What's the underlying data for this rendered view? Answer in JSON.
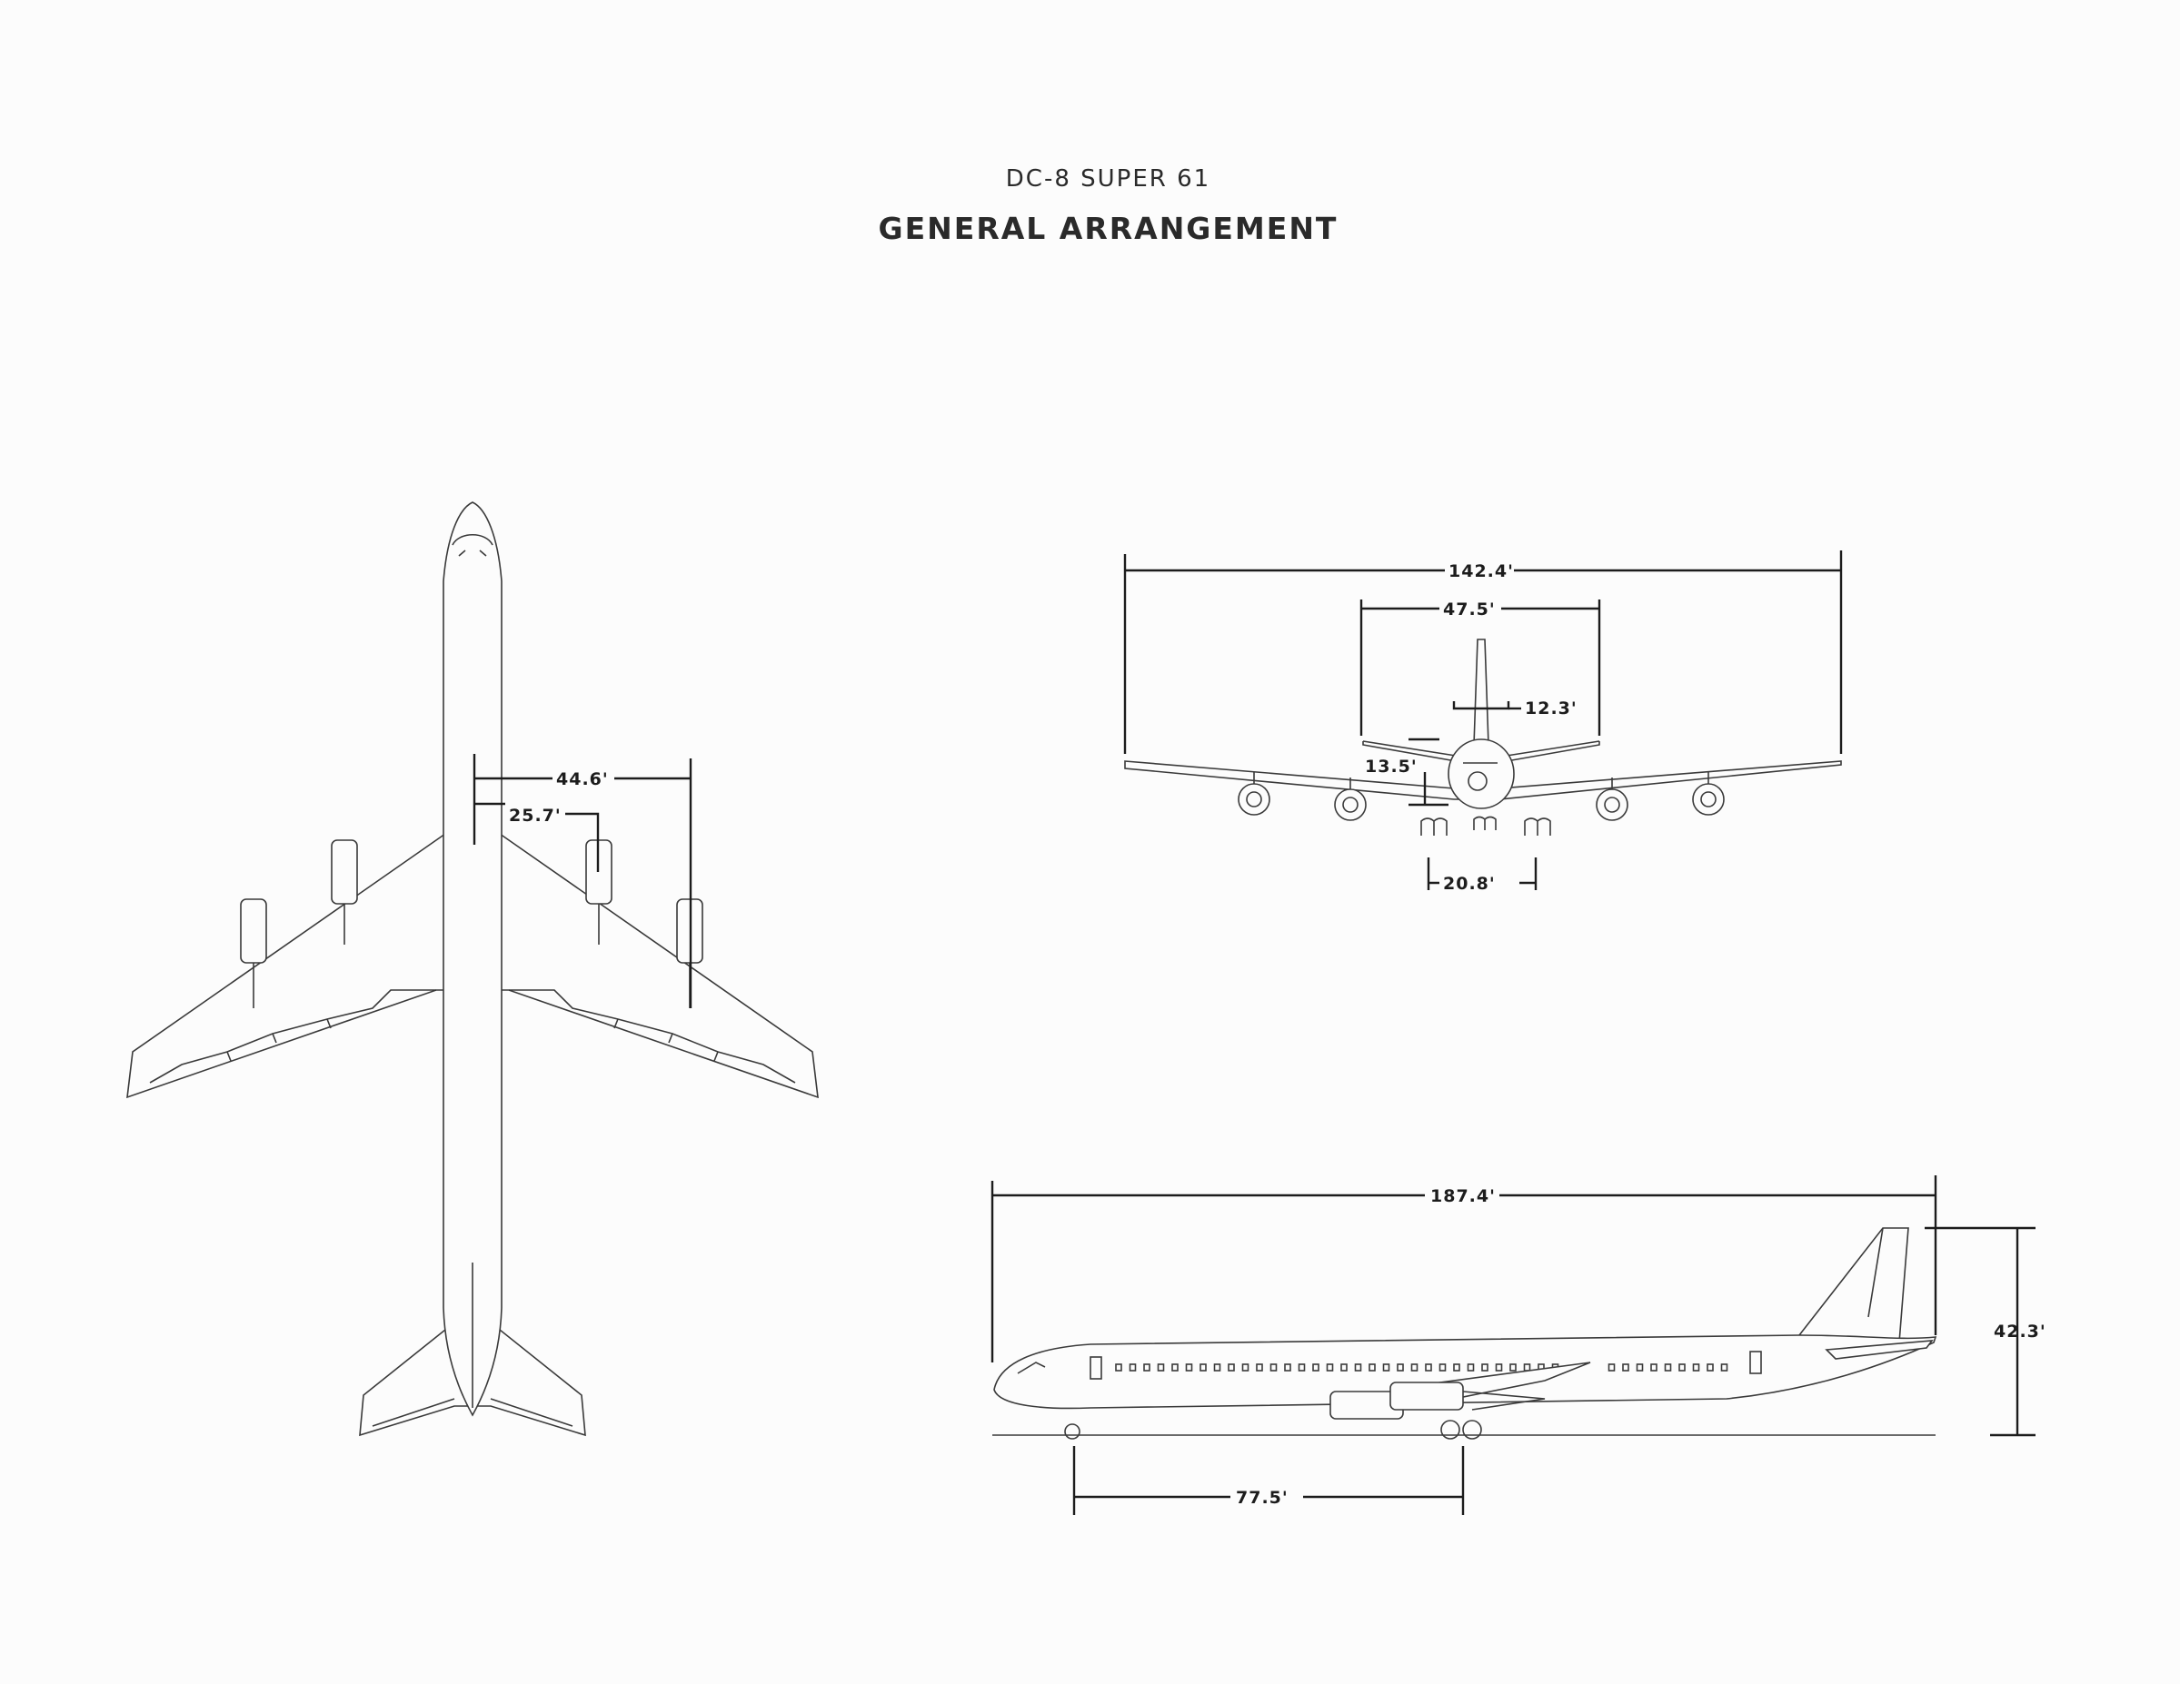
{
  "header": {
    "subtitle": "DC-8 SUPER 61",
    "title": "GENERAL ARRANGEMENT"
  },
  "plan_view": {
    "dims": {
      "outboard_engine": "44.6'",
      "inboard_engine": "25.7'"
    }
  },
  "front_view": {
    "dims": {
      "wing_span": "142.4'",
      "stabilizer_span": "47.5'",
      "fin_height": "12.3'",
      "fuselage_height": "13.5'",
      "gear_track": "20.8'"
    }
  },
  "side_view": {
    "dims": {
      "overall_length": "187.4'",
      "overall_height": "42.3'",
      "wheelbase": "77.5'"
    }
  },
  "colors": {
    "ink": "#1c1c1c",
    "paper": "#fcfcfc"
  }
}
